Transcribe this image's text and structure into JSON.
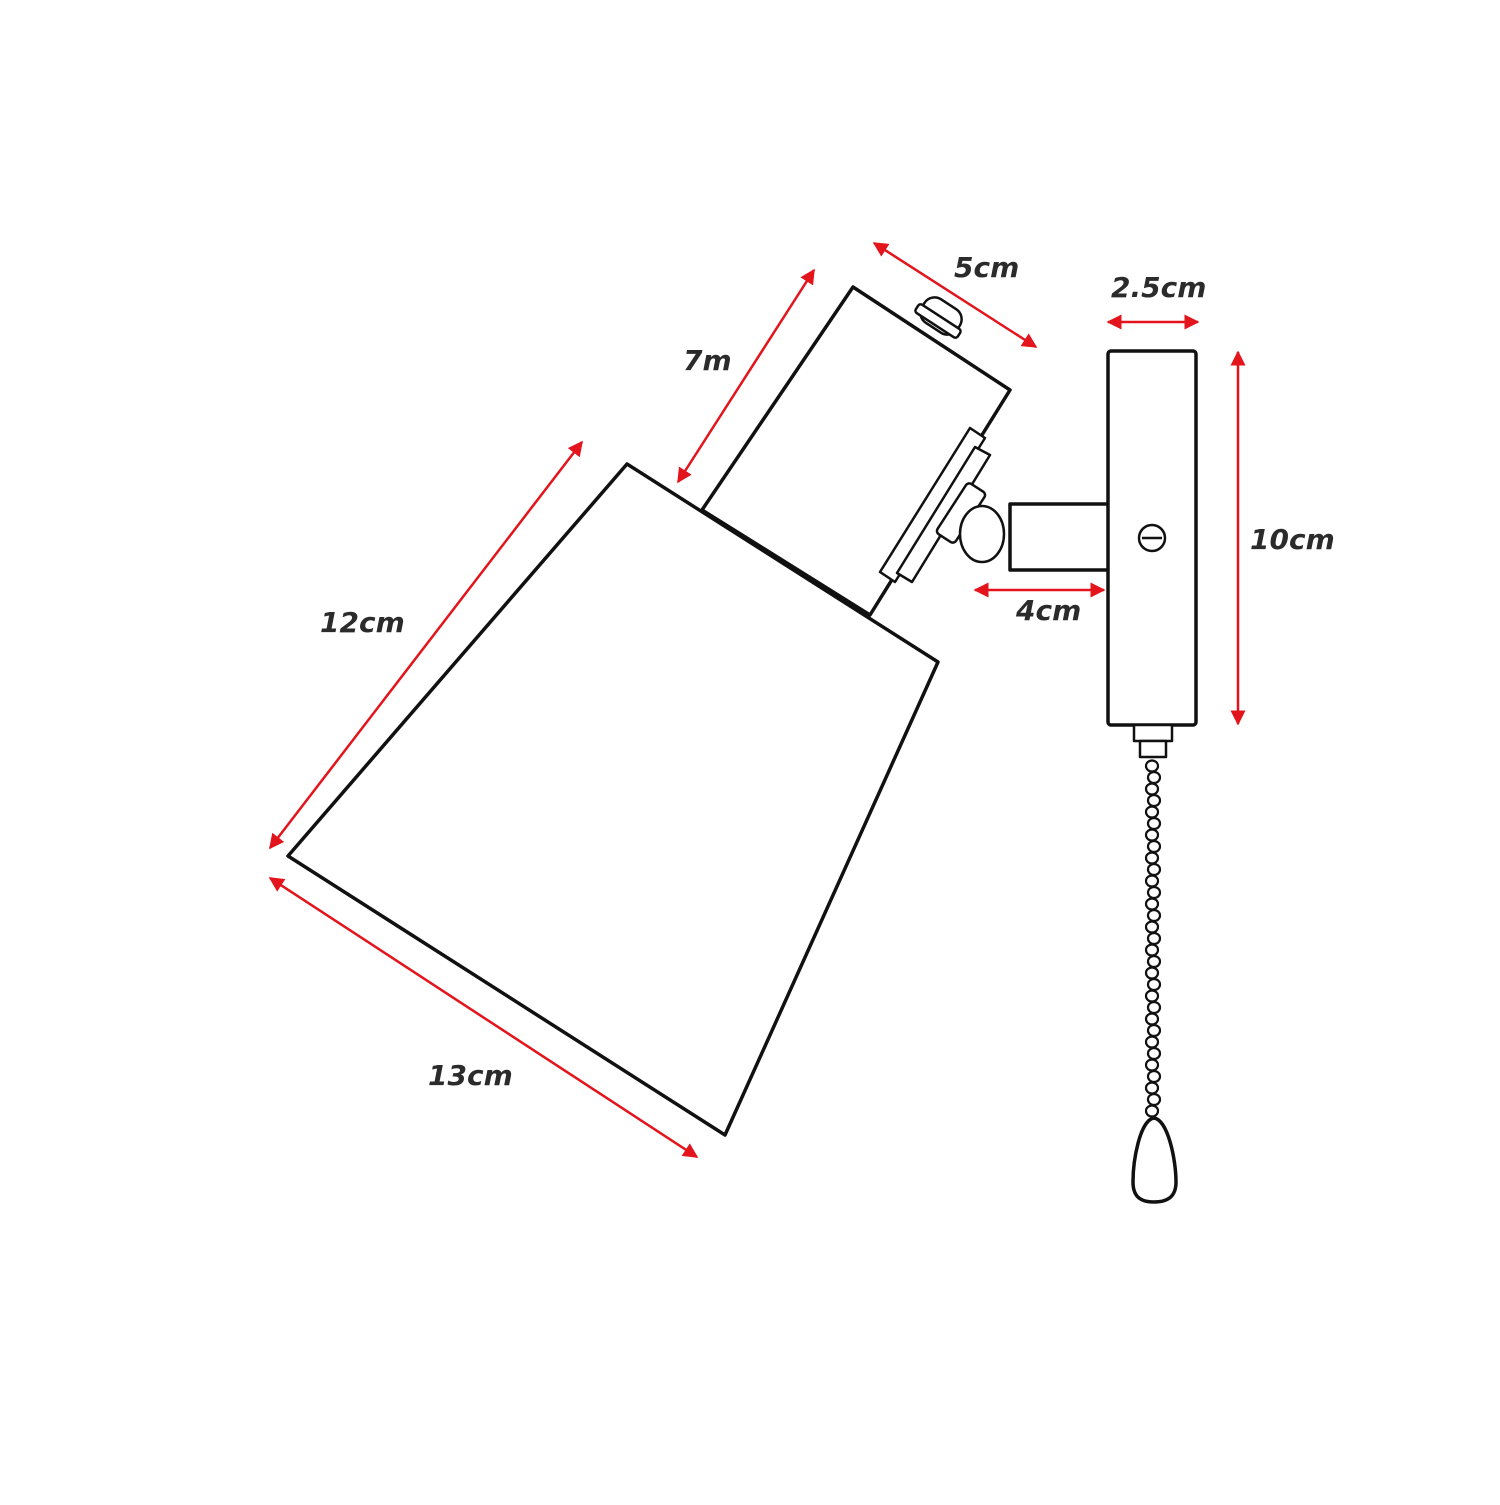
{
  "diagram": {
    "colors": {
      "dimension": "#e3141b",
      "outline": "#111111",
      "label": "#2b2b2b",
      "background": "#ffffff"
    },
    "dimensions": {
      "shade_width": "13cm",
      "shade_length": "12cm",
      "body_length": "7m",
      "body_width": "5cm",
      "base_depth": "2.5cm",
      "base_height": "10cm",
      "arm_length": "4cm"
    },
    "parts": {
      "shade": "lamp-shade",
      "body": "lamp-body",
      "arm": "swivel-arm",
      "base": "wall-base-plate",
      "chain": "pull-chain",
      "handle": "pull-handle"
    }
  }
}
